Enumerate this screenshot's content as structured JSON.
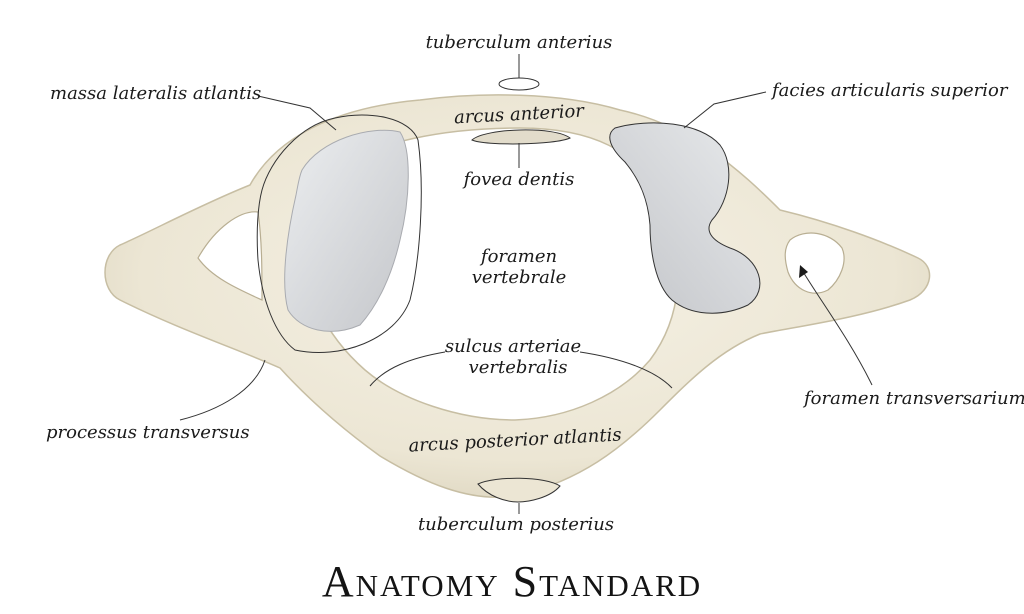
{
  "labels": {
    "tuberculum_anterius": "tuberculum anterius",
    "massa_lateralis": "massa lateralis atlantis",
    "facies_articularis": "facies articularis superior",
    "arcus_anterior": "arcus anterior",
    "fovea_dentis": "fovea dentis",
    "foramen_vertebrale_1": "foramen",
    "foramen_vertebrale_2": "vertebrale",
    "sulcus_1": "sulcus arteriae",
    "sulcus_2": "vertebralis",
    "processus_transversus": "processus transversus",
    "foramen_transversarium": "foramen transversarium",
    "arcus_posterior": "arcus posterior atlantis",
    "tuberculum_posterius": "tuberculum posterius"
  },
  "brand": "Anatomy Standard",
  "colors": {
    "bone": "#efeadb",
    "bone_shadow": "#cfc8b2",
    "facet": "#d9dadd",
    "facet_dark": "#b9bbbf",
    "ink": "#1a1a1a"
  }
}
